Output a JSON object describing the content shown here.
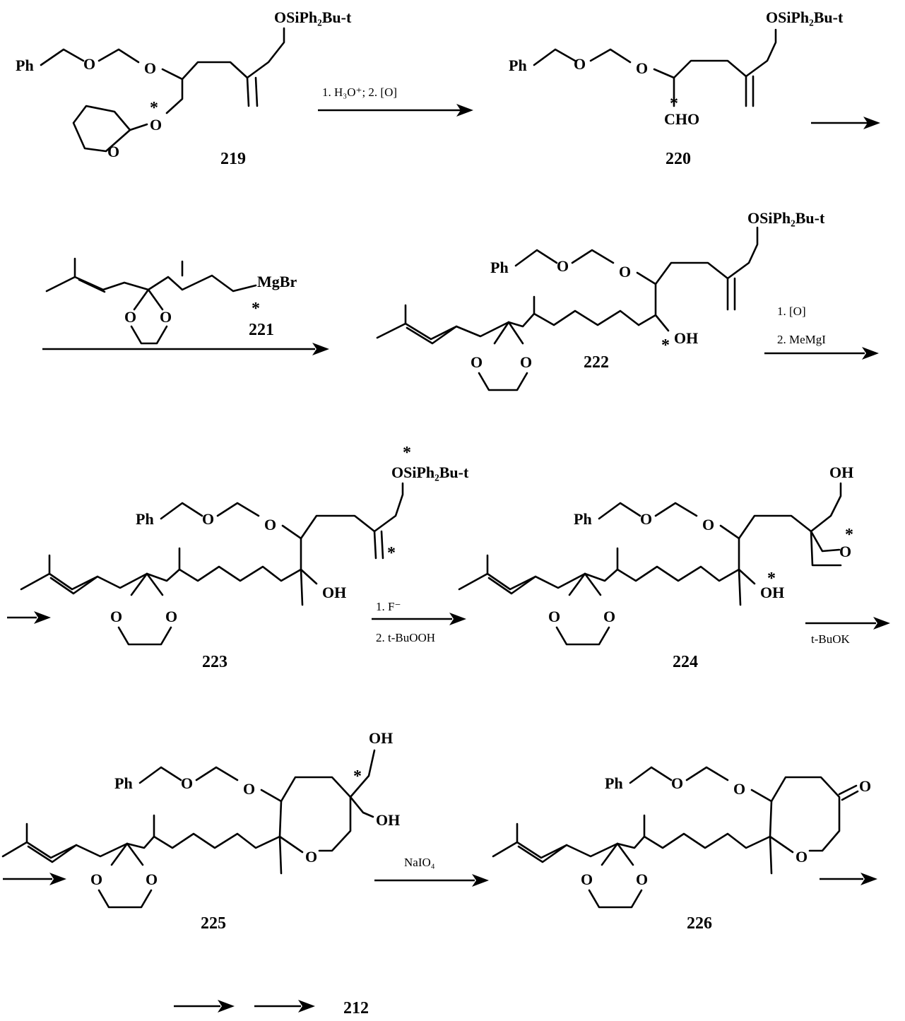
{
  "scheme": {
    "compounds": {
      "c219": "219",
      "c220": "220",
      "c221": "221",
      "c222": "222",
      "c223": "223",
      "c224": "224",
      "c225": "225",
      "c226": "226",
      "c212": "212"
    },
    "reagents": {
      "step1": "1. H₃O⁺;  2. [O]",
      "step3_line1": "1. [O]",
      "step3_line2": "2. MeMgI",
      "step4_line1": "1. F⁻",
      "step4_line2": "2. t-BuOOH",
      "step5": "t-BuOK",
      "step6": "NaIO₄"
    },
    "atoms": {
      "ph": "Ph",
      "o": "O",
      "oh": "OH",
      "cho": "CHO",
      "silyl": "OSiPh₂Bu-t",
      "mgbr": "MgBr",
      "star": "*"
    }
  }
}
